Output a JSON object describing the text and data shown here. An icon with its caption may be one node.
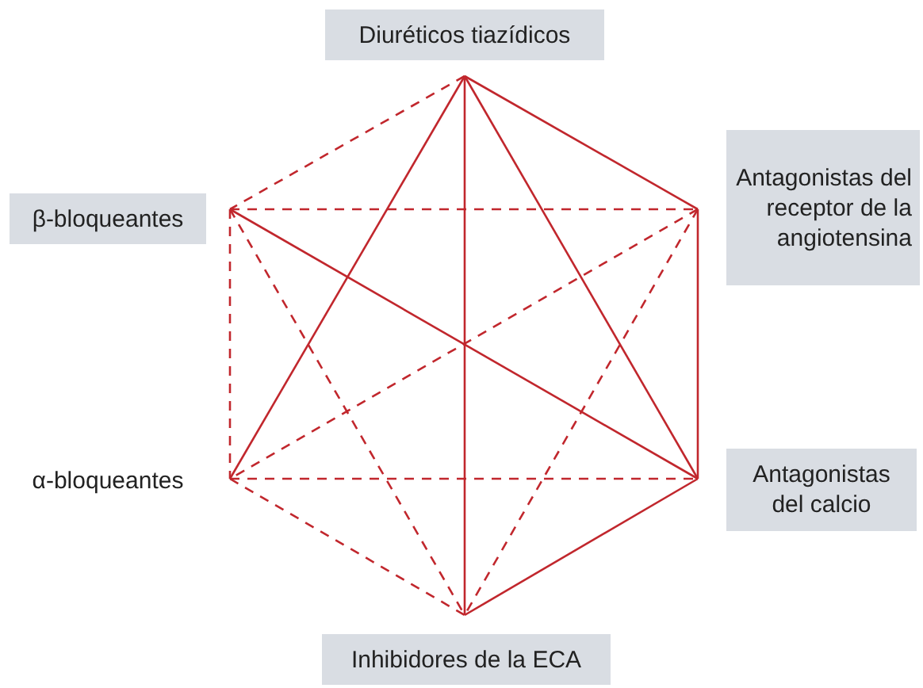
{
  "diagram": {
    "nodes": [
      {
        "text": [
          "Diuréticos tiazídicos"
        ]
      },
      {
        "text": [
          "β-bloqueantes"
        ]
      },
      {
        "text": [
          "Antagonistas del receptor de la angiotensina"
        ]
      },
      {
        "text": [
          "α-bloqueantes"
        ]
      },
      {
        "text": [
          "Antagonistas del calcio"
        ]
      },
      {
        "text": [
          "Inhibidores de la ECA"
        ]
      }
    ],
    "edges": [
      {
        "from": 0,
        "to": 1,
        "arrow": "none",
        "style": "dashed"
      },
      {
        "from": 0,
        "to": 2,
        "arrow": "none"
      },
      {
        "from": 0,
        "to": 3,
        "arrow": "none"
      },
      {
        "from": 0,
        "to": 4,
        "arrow": "none"
      },
      {
        "from": 0,
        "to": 5,
        "arrow": "none"
      },
      {
        "from": 1,
        "to": 2,
        "arrow": "none",
        "style": "dashed"
      },
      {
        "from": 1,
        "to": 3,
        "arrow": "none",
        "style": "dashed"
      },
      {
        "from": 1,
        "to": 4,
        "arrow": "none"
      },
      {
        "from": 1,
        "to": 5,
        "arrow": "none",
        "style": "dashed"
      },
      {
        "from": 2,
        "to": 3,
        "arrow": "none",
        "style": "dashed"
      },
      {
        "from": 2,
        "to": 4,
        "arrow": "none"
      },
      {
        "from": 2,
        "to": 5,
        "arrow": "none",
        "style": "dashed"
      },
      {
        "from": 3,
        "to": 4,
        "arrow": "none",
        "style": "dashed"
      },
      {
        "from": 3,
        "to": 5,
        "arrow": "none",
        "style": "dashed"
      },
      {
        "from": 4,
        "to": 5,
        "arrow": "none"
      }
    ]
  }
}
